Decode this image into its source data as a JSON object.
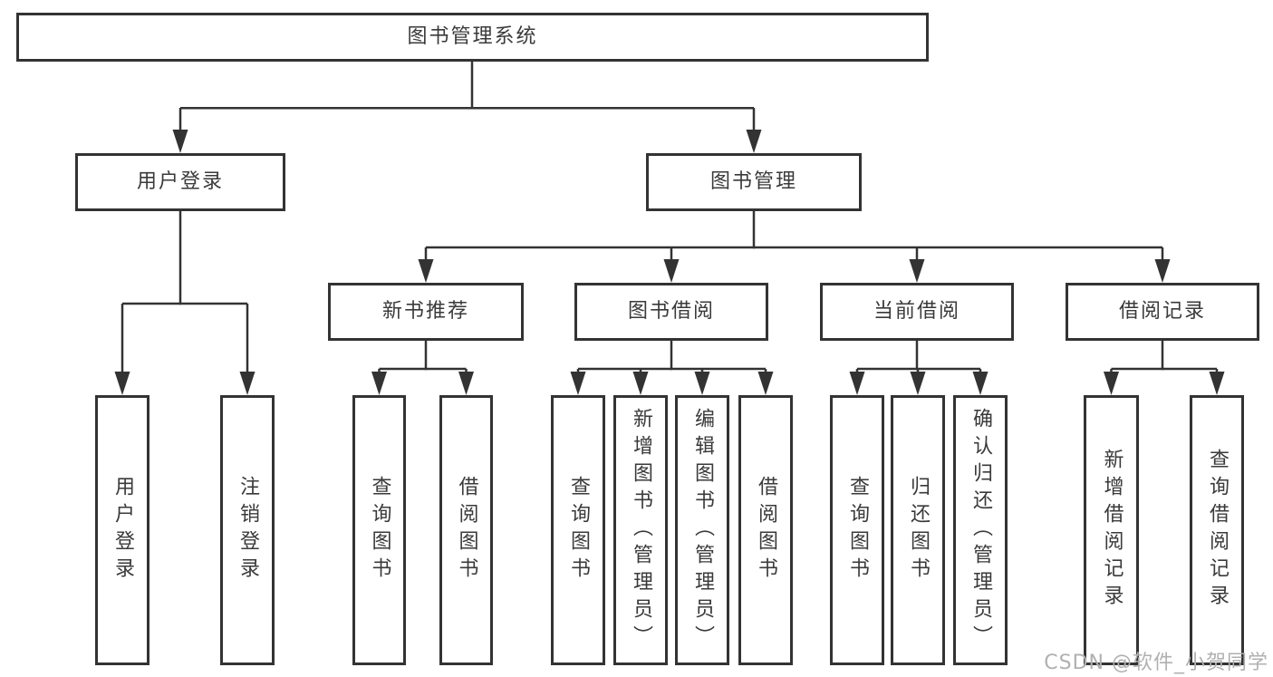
{
  "diagram_type": "functional-structure-tree",
  "colors": {
    "line": "#333333",
    "box_border": "#333333",
    "text": "#3a3a3a",
    "background": "#ffffff",
    "watermark": "#b0b0b0"
  },
  "hierarchy": {
    "label": "图书管理系统",
    "children": [
      {
        "label": "用户登录",
        "children": [
          {
            "label": "用户登录"
          },
          {
            "label": "注销登录"
          }
        ]
      },
      {
        "label": "图书管理",
        "children": [
          {
            "label": "新书推荐",
            "children": [
              {
                "label": "查询图书"
              },
              {
                "label": "借阅图书"
              }
            ]
          },
          {
            "label": "图书借阅",
            "children": [
              {
                "label": "查询图书"
              },
              {
                "label": "新增图书（管理员）"
              },
              {
                "label": "编辑图书（管理员）"
              },
              {
                "label": "借阅图书"
              }
            ]
          },
          {
            "label": "当前借阅",
            "children": [
              {
                "label": "查询图书"
              },
              {
                "label": "归还图书"
              },
              {
                "label": "确认归还（管理员）"
              }
            ]
          },
          {
            "label": "借阅记录",
            "children": [
              {
                "label": "新增借阅记录"
              },
              {
                "label": "查询借阅记录"
              }
            ]
          }
        ]
      }
    ]
  },
  "watermark": {
    "text": "CSDN @软件_小贺同学"
  }
}
